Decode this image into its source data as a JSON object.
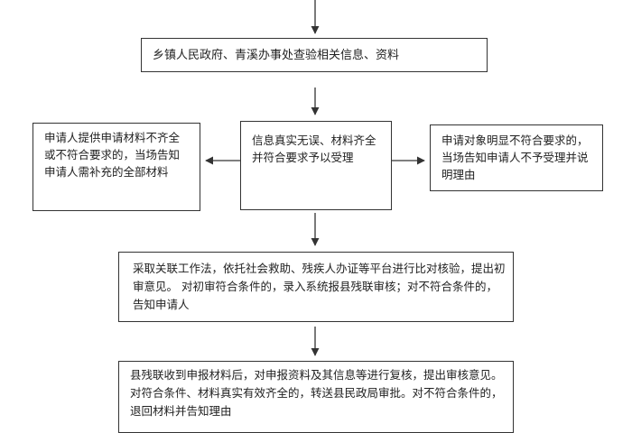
{
  "flowchart": {
    "step_verify": "乡镇人民政府、青溪办事处查验相关信息、资料",
    "step_accept": "信息真实无误、材料齐全并符合要求予以受理",
    "branch_incomplete": "申请人提供申请材料不齐全或不符合要求的，当场告知申请人需补充的全部材料",
    "branch_reject": "申请对象明显不符合要求的，当场告知申请人不予受理并说明理由",
    "step_initial_review": "采取关联工作法，依托社会救助、残疾人办证等平台进行比对核验，提出初审意见。 对初审符合条件的，录入系统报县残联审核；对不符合条件的，告知申请人",
    "step_county_review": "县残联收到申报材料后，对申报资料及其信息等进行复核，提出审核意见。对符合条件、材料真实有效齐全的，转送县民政局审批。对不符合条件的，退回材料并告知理由"
  }
}
